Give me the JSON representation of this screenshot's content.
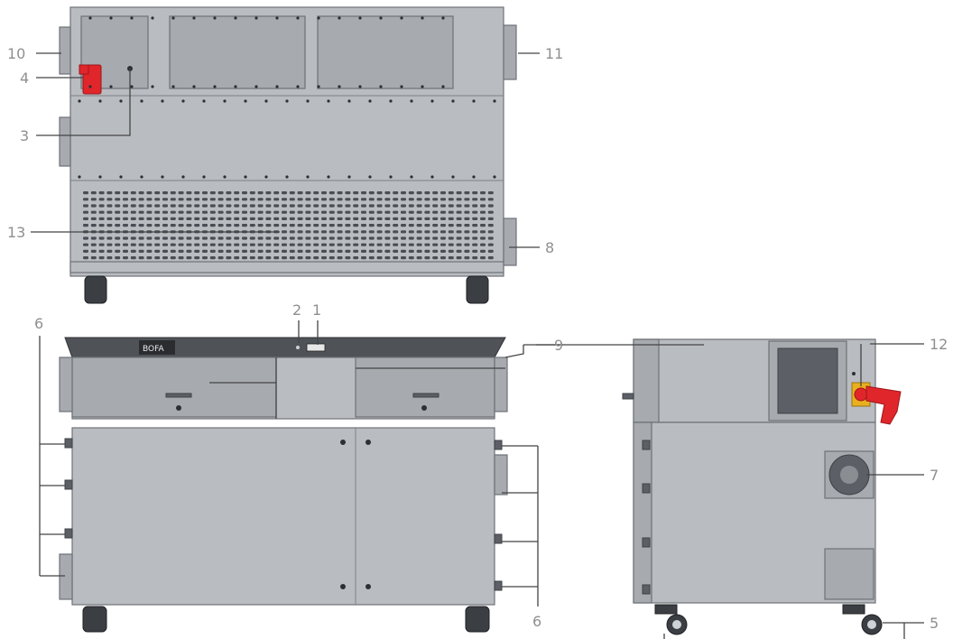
{
  "callouts": {
    "c1": "1",
    "c2": "2",
    "c3": "3",
    "c4": "4",
    "c5": "5",
    "c6a": "6",
    "c6b": "6",
    "c7": "7",
    "c8": "8",
    "c9": "9",
    "c10": "10",
    "c11": "11",
    "c12": "12",
    "c13": "13"
  },
  "brand_logo": "BOFA",
  "colors": {
    "cabinet": "#b9bdc2",
    "panel": "#a7abb0",
    "top_lid": "#4f5358",
    "isolator_red": "#e0262b",
    "callout_text": "#8f8f8f"
  }
}
